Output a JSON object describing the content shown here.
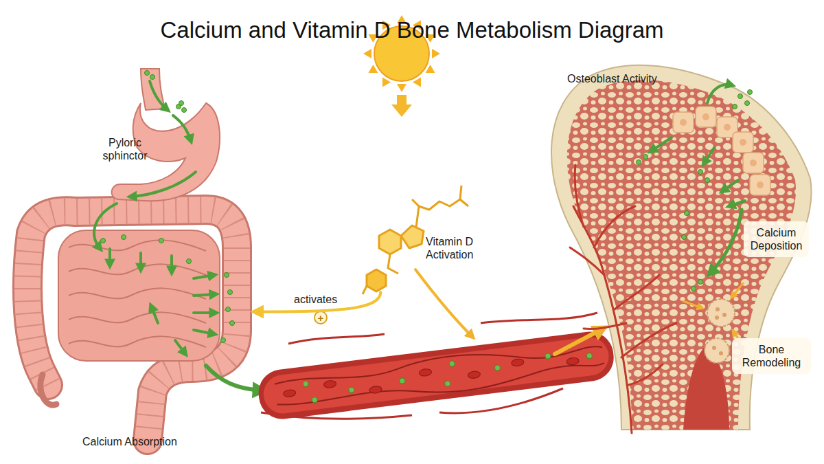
{
  "diagram": {
    "title": "Calcium and Vitamin D Bone Metabolism Diagram",
    "nodes": [
      {
        "text": [
          "Calcium Absorption"
        ]
      },
      {
        "text": [
          "Vitamin D Activation"
        ]
      },
      {
        "text": [
          "Osteoblast Activity"
        ]
      },
      {
        "text": [
          "Calcium Deposition"
        ],
        "in": 2
      },
      {
        "text": [
          "Bone Remodeling"
        ],
        "in": 2
      }
    ],
    "edges": [
      {
        "from": 1,
        "to": 0,
        "label": "activates",
        "arrow": "to"
      }
    ],
    "labels": [
      "Pyloric sphinctor",
      "+"
    ]
  }
}
